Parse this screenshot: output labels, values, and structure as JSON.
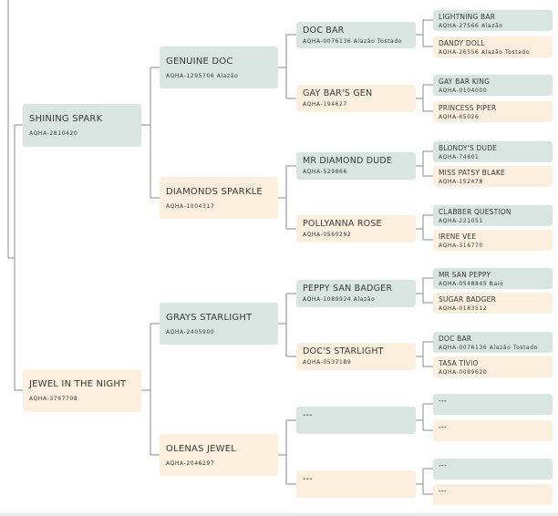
{
  "pedigree": {
    "gen1": [
      {
        "name": "SHINING SPARK",
        "reg": "AQHA-2810420",
        "sex": "m"
      },
      {
        "name": "JEWEL IN THE NIGHT",
        "reg": "AQHA-3767708",
        "sex": "f"
      }
    ],
    "gen2": [
      {
        "name": "GENUINE DOC",
        "reg": "AQHA-1295706 Alazão",
        "sex": "m"
      },
      {
        "name": "DIAMONDS SPARKLE",
        "reg": "AQHA-1004317",
        "sex": "f"
      },
      {
        "name": "GRAYS STARLIGHT",
        "reg": "AQHA-2405900",
        "sex": "m"
      },
      {
        "name": "OLENAS JEWEL",
        "reg": "AQHA-2046297",
        "sex": "f"
      }
    ],
    "gen3": [
      {
        "name": "DOC BAR",
        "reg": "AQHA-0076136 Alazão Tostado",
        "sex": "m"
      },
      {
        "name": "GAY BAR'S GEN",
        "reg": "AQHA-194627",
        "sex": "f"
      },
      {
        "name": "MR DIAMOND DUDE",
        "reg": "AQHA-529866",
        "sex": "m"
      },
      {
        "name": "POLLYANNA ROSE",
        "reg": "AQHA-0560292",
        "sex": "f"
      },
      {
        "name": "PEPPY SAN BADGER",
        "reg": "AQHA-1089924 Alazão",
        "sex": "m"
      },
      {
        "name": "DOC'S STARLIGHT",
        "reg": "AQHA-0537189",
        "sex": "f"
      },
      {
        "name": "---",
        "reg": "",
        "sex": "m"
      },
      {
        "name": "---",
        "reg": "",
        "sex": "f"
      }
    ],
    "gen4": [
      {
        "name": "LIGHTNING BAR",
        "reg": "AQHA-27566 Alazão",
        "sex": "m"
      },
      {
        "name": "DANDY DOLL",
        "reg": "AQHA-26556 Alazão Tostado",
        "sex": "f"
      },
      {
        "name": "GAY BAR KING",
        "reg": "AQHA-0104000",
        "sex": "m"
      },
      {
        "name": "PRINCESS PIPER",
        "reg": "AQHA-65026",
        "sex": "f"
      },
      {
        "name": "BLONDY'S DUDE",
        "reg": "AQHA-74801",
        "sex": "m"
      },
      {
        "name": "MISS PATSY BLAKE",
        "reg": "AQHA-152478",
        "sex": "f"
      },
      {
        "name": "CLABBER QUESTION",
        "reg": "AQHA-221051",
        "sex": "m"
      },
      {
        "name": "IRENE VEE",
        "reg": "AQHA-316770",
        "sex": "f"
      },
      {
        "name": "MR SAN PEPPY",
        "reg": "AQHA-0548845 Baio",
        "sex": "m"
      },
      {
        "name": "SUGAR BADGER",
        "reg": "AQHA-0183512",
        "sex": "f"
      },
      {
        "name": "DOC BAR",
        "reg": "AQHA-0076136 Alazão Tostado",
        "sex": "m"
      },
      {
        "name": "TASA TIVIO",
        "reg": "AQHA-0089620",
        "sex": "f"
      },
      {
        "name": "---",
        "reg": "",
        "sex": "m"
      },
      {
        "name": "---",
        "reg": "",
        "sex": "f"
      },
      {
        "name": "---",
        "reg": "",
        "sex": "m"
      },
      {
        "name": "---",
        "reg": "",
        "sex": "f"
      }
    ]
  },
  "colors": {
    "sire_box": "#d9e5e1",
    "dam_box": "#fdefdd",
    "line": "#8a8a8a"
  }
}
